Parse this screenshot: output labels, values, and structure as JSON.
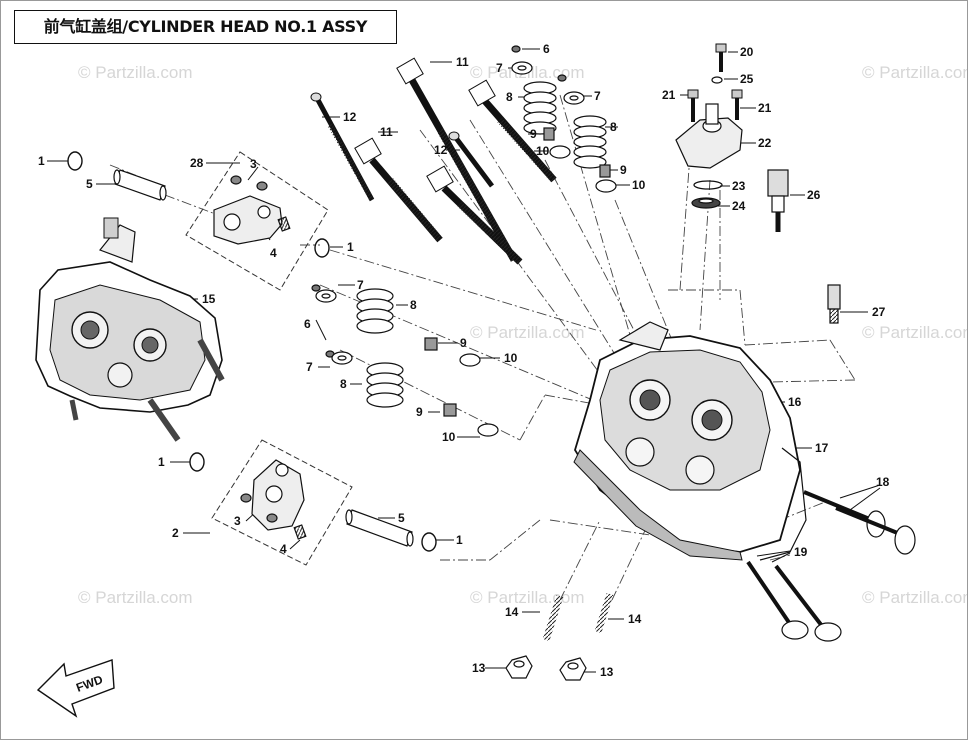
{
  "title": "前气缸盖组/CYLINDER HEAD NO.1 ASSY",
  "watermark": "© Partzilla.com",
  "fwd_label": "FWD",
  "callouts": [
    {
      "id": "c1a",
      "text": "1"
    },
    {
      "id": "c5a",
      "text": "5"
    },
    {
      "id": "c28",
      "text": "28"
    },
    {
      "id": "c3a",
      "text": "3"
    },
    {
      "id": "c4a",
      "text": "4"
    },
    {
      "id": "c1b",
      "text": "1"
    },
    {
      "id": "c15",
      "text": "15"
    },
    {
      "id": "c12a",
      "text": "12"
    },
    {
      "id": "c11a",
      "text": "11"
    },
    {
      "id": "c11b",
      "text": "11"
    },
    {
      "id": "c12b",
      "text": "12"
    },
    {
      "id": "c6a",
      "text": "6"
    },
    {
      "id": "c7a",
      "text": "7"
    },
    {
      "id": "c8a",
      "text": "8"
    },
    {
      "id": "c7b",
      "text": "7"
    },
    {
      "id": "c9a",
      "text": "9"
    },
    {
      "id": "c10a",
      "text": "10"
    },
    {
      "id": "c8b",
      "text": "8"
    },
    {
      "id": "c9b",
      "text": "9"
    },
    {
      "id": "c10b",
      "text": "10"
    },
    {
      "id": "c20",
      "text": "20"
    },
    {
      "id": "c25",
      "text": "25"
    },
    {
      "id": "c21a",
      "text": "21"
    },
    {
      "id": "c21b",
      "text": "21"
    },
    {
      "id": "c22",
      "text": "22"
    },
    {
      "id": "c23",
      "text": "23"
    },
    {
      "id": "c24",
      "text": "24"
    },
    {
      "id": "c26",
      "text": "26"
    },
    {
      "id": "c7c",
      "text": "7"
    },
    {
      "id": "c8c",
      "text": "8"
    },
    {
      "id": "c6b",
      "text": "6"
    },
    {
      "id": "c9c",
      "text": "9"
    },
    {
      "id": "c10c",
      "text": "10"
    },
    {
      "id": "c7d",
      "text": "7"
    },
    {
      "id": "c8d",
      "text": "8"
    },
    {
      "id": "c9d",
      "text": "9"
    },
    {
      "id": "c10d",
      "text": "10"
    },
    {
      "id": "c27",
      "text": "27"
    },
    {
      "id": "c16",
      "text": "16"
    },
    {
      "id": "c17",
      "text": "17"
    },
    {
      "id": "c18",
      "text": "18"
    },
    {
      "id": "c1c",
      "text": "1"
    },
    {
      "id": "c2",
      "text": "2"
    },
    {
      "id": "c3b",
      "text": "3"
    },
    {
      "id": "c4b",
      "text": "4"
    },
    {
      "id": "c5b",
      "text": "5"
    },
    {
      "id": "c1d",
      "text": "1"
    },
    {
      "id": "c19",
      "text": "19"
    },
    {
      "id": "c14a",
      "text": "14"
    },
    {
      "id": "c14b",
      "text": "14"
    },
    {
      "id": "c13a",
      "text": "13"
    },
    {
      "id": "c13b",
      "text": "13"
    }
  ]
}
